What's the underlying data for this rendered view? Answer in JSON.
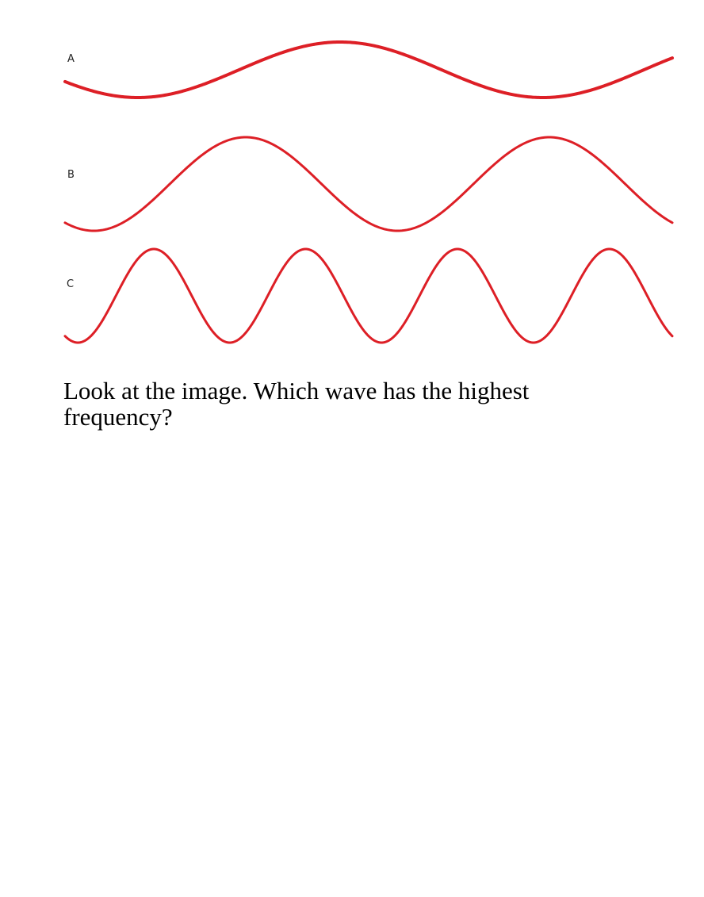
{
  "figure": {
    "waves": [
      {
        "label": "A",
        "cycles_shown": 1.5
      },
      {
        "label": "B",
        "cycles_shown": 2
      },
      {
        "label": "C",
        "cycles_shown": 4
      }
    ],
    "stroke_color": "#dd1f26"
  },
  "question": {
    "text": "Look at the image. Which wave has the highest frequency?"
  }
}
